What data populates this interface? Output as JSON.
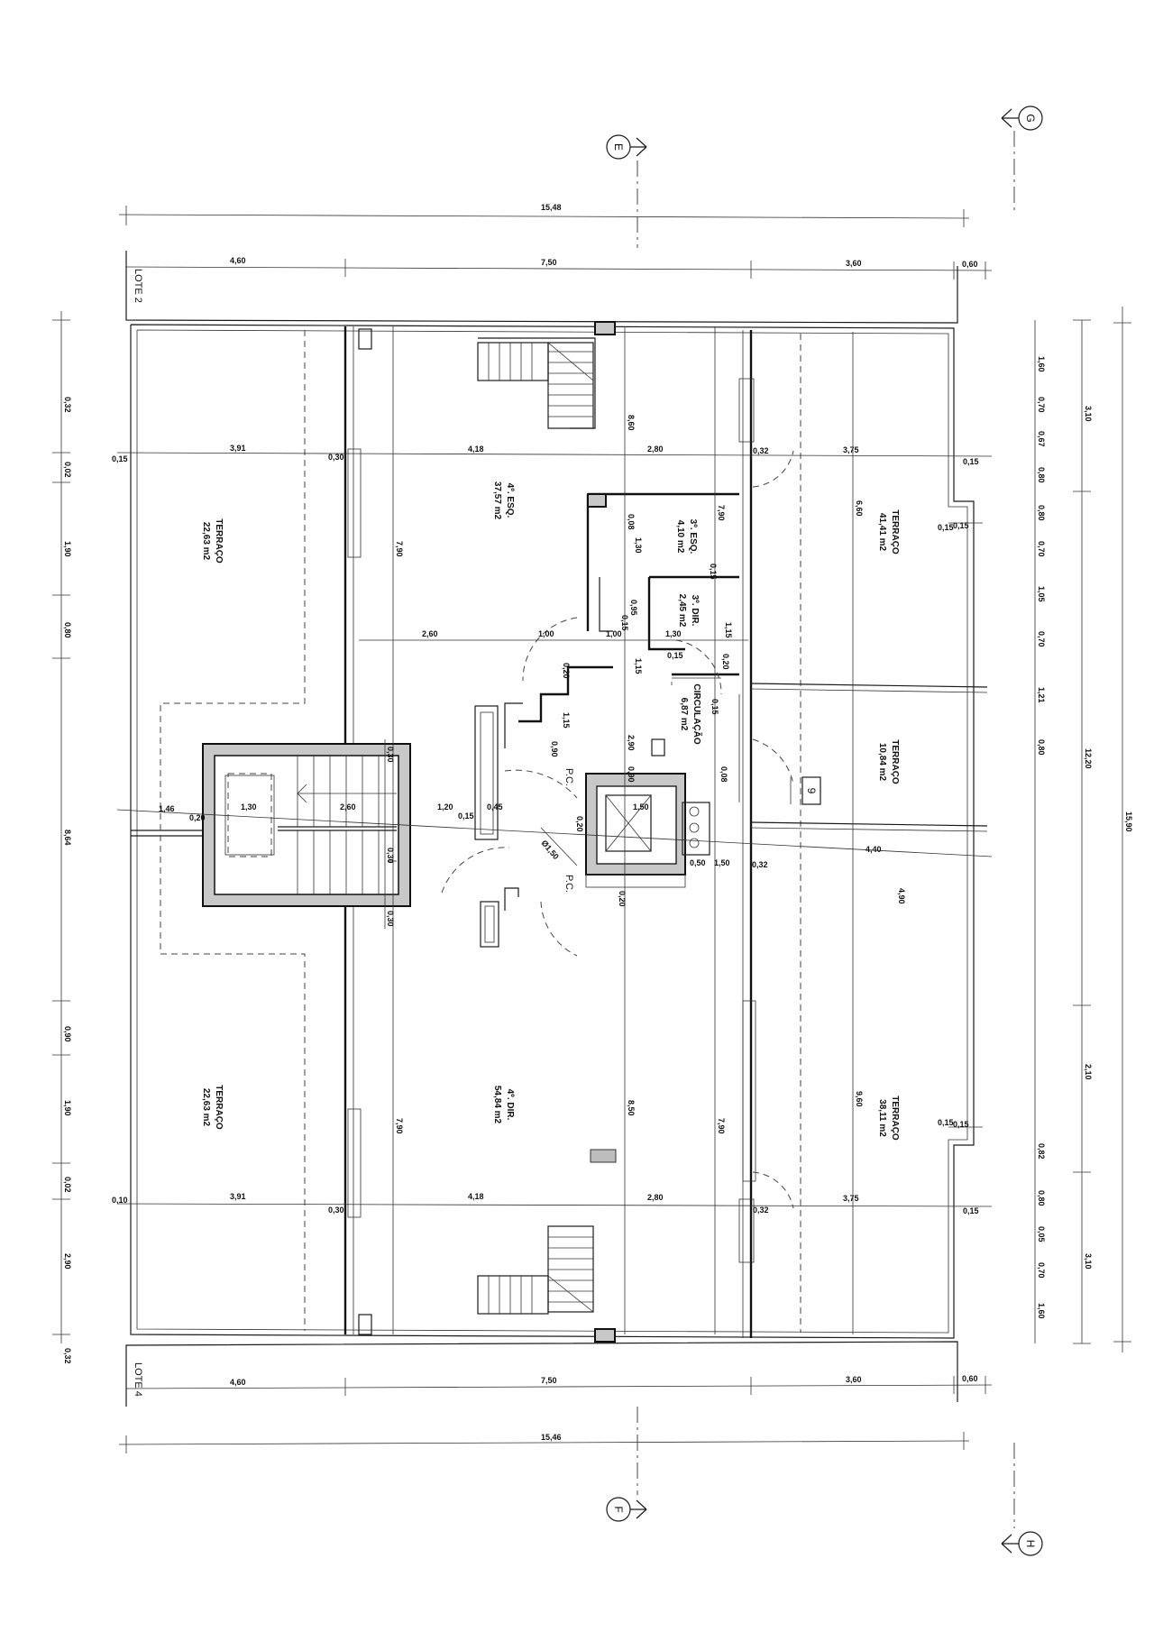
{
  "lots": {
    "top": "LOTE 2",
    "bottom": "LOTE 4"
  },
  "axes": {
    "e": "E",
    "f": "F",
    "g": "G",
    "h": "H",
    "nine": "9"
  },
  "rooms": {
    "terraco_tl": {
      "name": "TERRAÇO",
      "area": "22,63 m2"
    },
    "esq4": {
      "name": "4º. ESQ.",
      "area": "37,57 m2"
    },
    "esq3": {
      "name": "3º. ESQ.",
      "area": "4,10 m2"
    },
    "dir3": {
      "name": "3º. DIR.",
      "area": "2,45 m2"
    },
    "circulacao": {
      "name": "CIRCULAÇÃO",
      "area": "6,87 m2"
    },
    "terraco_tr": {
      "name": "TERRAÇO",
      "area": "41,41 m2"
    },
    "terraco_mr": {
      "name": "TERRAÇO",
      "area": "10,84 m2"
    },
    "terraco_bl": {
      "name": "TERRAÇO",
      "area": "22,63 m2"
    },
    "dir4": {
      "name": "4º. DIR.",
      "area": "54,84 m2"
    },
    "terraco_br": {
      "name": "TERRAÇO",
      "area": "38,11 m2"
    }
  },
  "notes": {
    "pc1": "P.C.",
    "pc2": "P.C."
  },
  "dims": {
    "top_total": "15,48",
    "top_a": "4,60",
    "top_b": "7,50",
    "top_c": "3,60",
    "top_d": "0,60",
    "bot_total": "15,46",
    "bot_a": "4,60",
    "bot_b": "7,50",
    "bot_c": "3,60",
    "bot_d": "0,60",
    "row1_a": "0,15",
    "row1_b": "3,91",
    "row1_c": "0,30",
    "row1_d": "4,18",
    "row1_e": "2,80",
    "row1_f": "0,32",
    "row1_g": "3,75",
    "row1_h": "0,15",
    "row2_a": "0,10",
    "row2_b": "3,91",
    "row2_c": "0,30",
    "row2_d": "4,18",
    "row2_e": "2,80",
    "row2_f": "0,32",
    "row2_g": "3,75",
    "row2_h": "0,15",
    "mid_a": "1,46",
    "mid_b": "0,20",
    "mid_c": "1,30",
    "mid_d": "2,60",
    "mid_e": "1,20",
    "mid_f": "0,15",
    "mid_g": "0,45",
    "mid_h": "1,50",
    "mid_i": "4,40",
    "circ_a": "2,60",
    "circ_b": "1,00",
    "circ_c": "1,00",
    "circ_d": "1,30",
    "v_left1": "7,90",
    "v_left2": "7,90",
    "v_right1": "7,90",
    "v_right2": "7,90",
    "v_mid1": "8,60",
    "v_mid2": "8,50",
    "v_center": "2,90",
    "v_r1": "6,60",
    "v_r2": "9,60",
    "v_r3": "4,90",
    "l1": "0,32",
    "l2": "0,02",
    "l3": "1,90",
    "l4": "0,80",
    "l5": "8,64",
    "l6": "0,90",
    "l7": "1,90",
    "l8": "0,02",
    "l9": "2,90",
    "l10": "0,32",
    "r1": "1,60",
    "r2": "0,70",
    "r3": "0,67",
    "r4": "0,80",
    "r5": "0,80",
    "r6": "0,70",
    "r7": "1,05",
    "r8": "0,70",
    "r9": "1,21",
    "r10": "0,80",
    "r11": "0,82",
    "r12": "0,80",
    "r13": "0,05",
    "r14": "0,70",
    "r15": "1,60",
    "rr1": "3,10",
    "rr2": "12,20",
    "rr3": "2,10",
    "rr4": "3,10",
    "rr5": "15,90",
    "sp1": "0,08",
    "sp2": "0,15",
    "sp3": "0,08",
    "sp4": "0,15",
    "sp5": "0,20",
    "sp6": "0,90",
    "c1": "1,30",
    "c2": "1,15",
    "c3": "0,95",
    "c4": "0,15",
    "c5": "0,15",
    "c6": "1,15",
    "c7": "0,20",
    "c8": "0,90",
    "c9": "1,15",
    "d1": "Ø1,50",
    "d2": "0,30",
    "d3": "0,20",
    "d4": "0,50",
    "d5": "1,50",
    "d6": "0,32",
    "d7": "0,20"
  }
}
